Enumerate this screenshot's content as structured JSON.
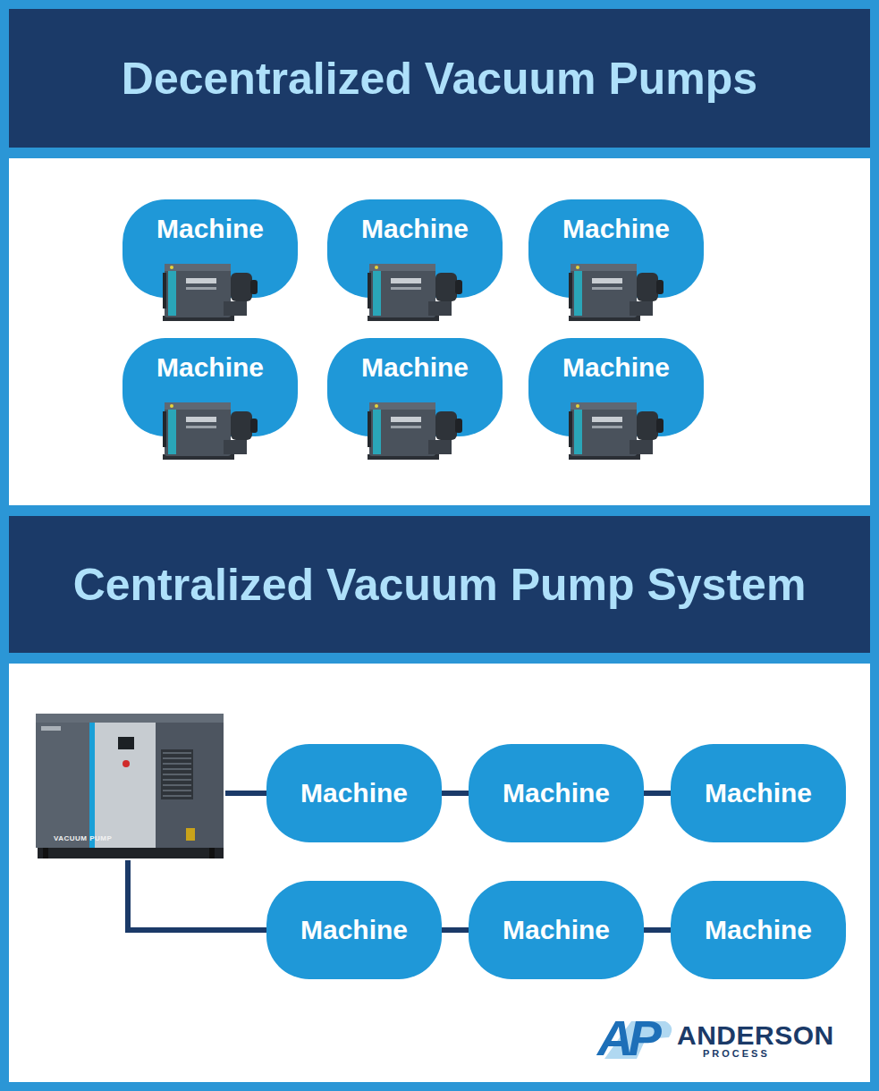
{
  "diagram": {
    "nodes": [
      {
        "text": [
          "Decentralized Vacuum Pumps"
        ]
      },
      {
        "text": [
          "Machine"
        ]
      },
      {
        "text": [
          "Machine"
        ]
      },
      {
        "text": [
          "Machine"
        ]
      },
      {
        "text": [
          "Machine"
        ]
      },
      {
        "text": [
          "Machine"
        ]
      },
      {
        "text": [
          "Machine"
        ]
      },
      {
        "text": [
          "Centralized Vacuum Pump System"
        ]
      },
      {
        "text": [
          "VACUUM PUMP"
        ]
      },
      {
        "text": [
          "Machine"
        ]
      },
      {
        "text": [
          "Machine"
        ]
      },
      {
        "text": [
          "Machine"
        ]
      },
      {
        "text": [
          "Machine"
        ]
      },
      {
        "text": [
          "Machine"
        ]
      },
      {
        "text": [
          "Machine"
        ]
      }
    ],
    "edges": [
      {
        "from": 8,
        "to": 9,
        "arrow": "none"
      },
      {
        "from": 9,
        "to": 10,
        "arrow": "none"
      },
      {
        "from": 10,
        "to": 11,
        "arrow": "none"
      },
      {
        "from": 8,
        "to": 12,
        "arrow": "none"
      },
      {
        "from": 12,
        "to": 13,
        "arrow": "none"
      },
      {
        "from": 13,
        "to": 14,
        "arrow": "none"
      }
    ],
    "labels": [
      "AP",
      "ANDERSON",
      "PROCESS"
    ]
  }
}
